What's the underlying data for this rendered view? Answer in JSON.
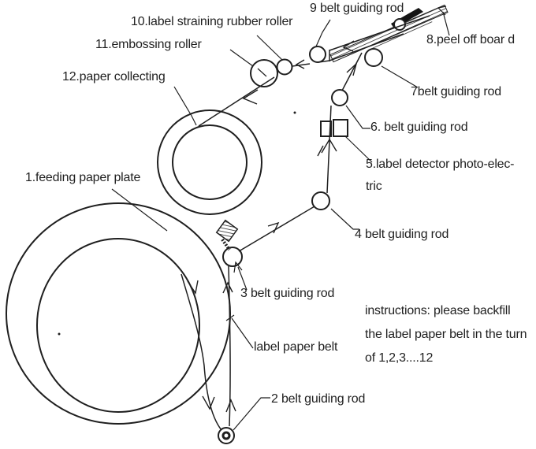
{
  "labels": {
    "part1": "1.feeding paper plate",
    "part2": "2 belt guiding rod",
    "part3": "3 belt guiding rod",
    "part4": "4 belt guiding rod",
    "part5a": "5.label detector photo-elec-",
    "part5b": "tric",
    "part6": "6. belt guiding rod",
    "part7": "7belt guiding rod",
    "part8": "8.peel off boar d",
    "part9": "9 belt guiding rod",
    "part10": "10.label straining rubber roller",
    "part11": "11.embossing roller",
    "part12": "12.paper collecting",
    "belt": "label paper belt"
  },
  "instructions": {
    "line1": "instructions: please backfill",
    "line2": "the label paper belt in the turn",
    "line3": "of 1,2,3....12"
  },
  "colors": {
    "ink": "#1f1f1f",
    "background": "#ffffff"
  }
}
